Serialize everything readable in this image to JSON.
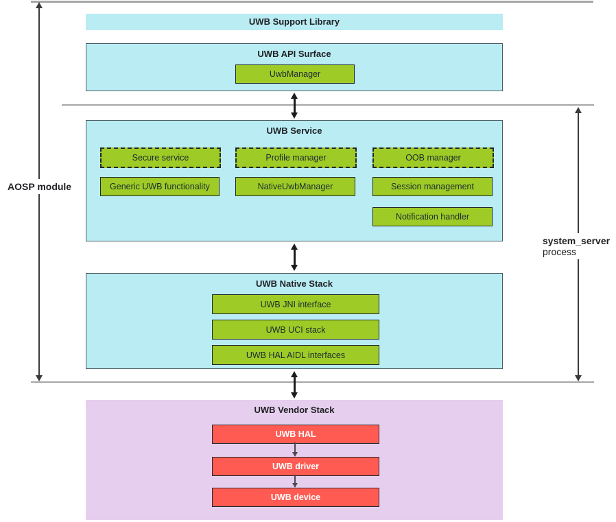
{
  "colors": {
    "cyan_panel": "#b9ecf3",
    "purple_panel": "#e6cfee",
    "green_chip": "#9ecb26",
    "red_chip": "#ff5b52",
    "chip_border": "#22292c",
    "panel_border": "#4c5a61",
    "boundary_line": "#a6a6a6",
    "arrow": "#1c1c1c",
    "text_dark": "#202124",
    "text_white": "#ffffff"
  },
  "labels": {
    "aosp": "AOSP module",
    "server_bold": "system_server",
    "server_regular": "process"
  },
  "support_library": {
    "title": "UWB Support Library"
  },
  "api_surface": {
    "title": "UWB API Surface",
    "manager": "UwbManager"
  },
  "service": {
    "title": "UWB Service",
    "columns": [
      {
        "dashed": "Secure service",
        "solid": "Generic UWB functionality"
      },
      {
        "dashed": "Profile manager",
        "solid": "NativeUwbManager"
      },
      {
        "dashed": "OOB manager",
        "solid": "Session management",
        "extra": "Notification handler"
      }
    ]
  },
  "native_stack": {
    "title": "UWB Native Stack",
    "items": [
      "UWB JNI interface",
      "UWB UCI stack",
      "UWB HAL AIDL interfaces"
    ]
  },
  "vendor_stack": {
    "title": "UWB Vendor Stack",
    "items": [
      "UWB HAL",
      "UWB driver",
      "UWB device"
    ]
  }
}
